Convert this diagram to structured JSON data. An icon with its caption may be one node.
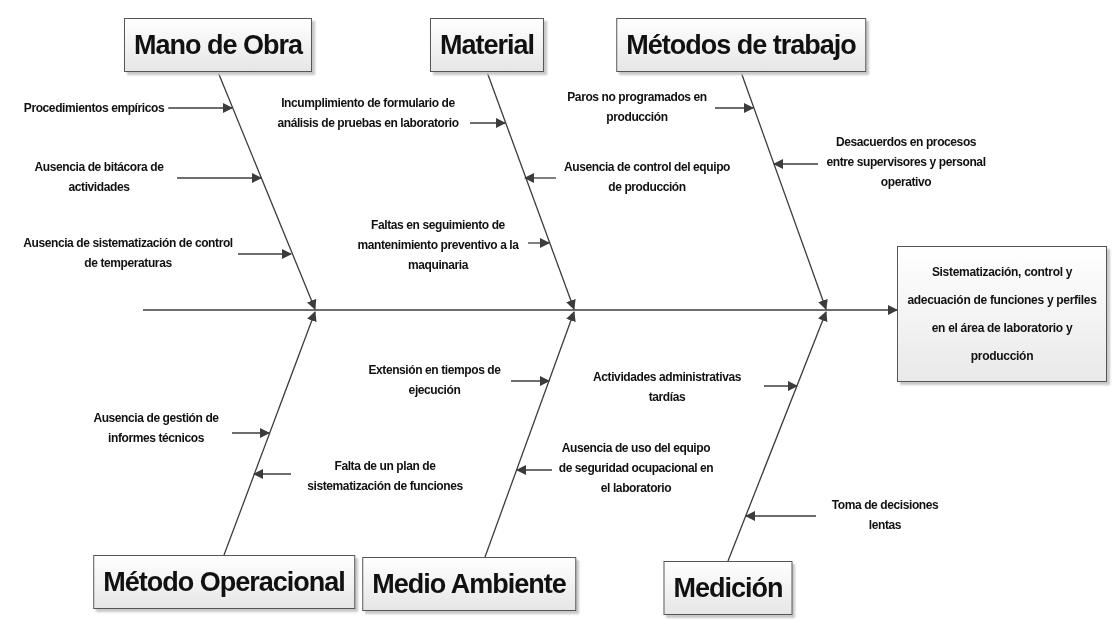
{
  "diagram": {
    "nodes": [
      {
        "text": [
          "Mano de Obra"
        ]
      },
      {
        "text": [
          "Material"
        ]
      },
      {
        "text": [
          "Métodos de trabajo"
        ]
      },
      {
        "text": [
          "Procedimientos empíricos"
        ]
      },
      {
        "text": [
          "Incumplimiento de formulario de análisis de pruebas en laboratorio"
        ]
      },
      {
        "text": [
          "Paros no programados en producción"
        ]
      },
      {
        "text": [
          "Ausencia de bitácora de actividades"
        ]
      },
      {
        "text": [
          "Ausencia de control del equipo de producción"
        ]
      },
      {
        "text": [
          "Desacuerdos en procesos entre supervisores y personal operativo"
        ]
      },
      {
        "text": [
          "Ausencia de sistematización de control de temperaturas"
        ]
      },
      {
        "text": [
          "Faltas en seguimiento de mantenimiento preventivo a la maquinaria"
        ]
      },
      {
        "text": [
          "Sistematización, control y adecuación de funciones y perfiles en el área de laboratorio y producción"
        ]
      },
      {
        "text": [
          "Extensión en tiempos de ejecución"
        ]
      },
      {
        "text": [
          "Actividades administrativas tardías"
        ]
      },
      {
        "text": [
          "Ausencia de gestión de informes técnicos"
        ]
      },
      {
        "text": [
          "Falta de un plan de sistematización de funciones"
        ]
      },
      {
        "text": [
          "Ausencia de uso del equipo de seguridad ocupacional en el laboratorio"
        ]
      },
      {
        "text": [
          "Toma de decisiones lentas"
        ]
      },
      {
        "text": [
          "Método Operacional"
        ]
      },
      {
        "text": [
          "Medio Ambiente"
        ]
      },
      {
        "text": [
          "Medición"
        ]
      }
    ],
    "edges": [
      {
        "from": null,
        "to": 11,
        "arrow": "to"
      },
      {
        "from": 0,
        "to": null,
        "arrow": "to"
      },
      {
        "from": 1,
        "to": null,
        "arrow": "to"
      },
      {
        "from": 2,
        "to": null,
        "arrow": "to"
      },
      {
        "from": 18,
        "to": null,
        "arrow": "to"
      },
      {
        "from": 19,
        "to": null,
        "arrow": "to"
      },
      {
        "from": 20,
        "to": null,
        "arrow": "to"
      },
      {
        "from": 3,
        "to": null,
        "arrow": "to"
      },
      {
        "from": 4,
        "to": null,
        "arrow": "to"
      },
      {
        "from": 5,
        "to": null,
        "arrow": "to"
      },
      {
        "from": 6,
        "to": null,
        "arrow": "to"
      },
      {
        "from": 7,
        "to": null,
        "arrow": "to"
      },
      {
        "from": 8,
        "to": null,
        "arrow": "to"
      },
      {
        "from": 9,
        "to": null,
        "arrow": "to"
      },
      {
        "from": 10,
        "to": null,
        "arrow": "to"
      },
      {
        "from": 12,
        "to": null,
        "arrow": "to"
      },
      {
        "from": 13,
        "to": null,
        "arrow": "to"
      },
      {
        "from": 14,
        "to": null,
        "arrow": "to"
      },
      {
        "from": 15,
        "to": null,
        "arrow": "to"
      },
      {
        "from": 16,
        "to": null,
        "arrow": "to"
      },
      {
        "from": 17,
        "to": null,
        "arrow": "to"
      }
    ]
  }
}
